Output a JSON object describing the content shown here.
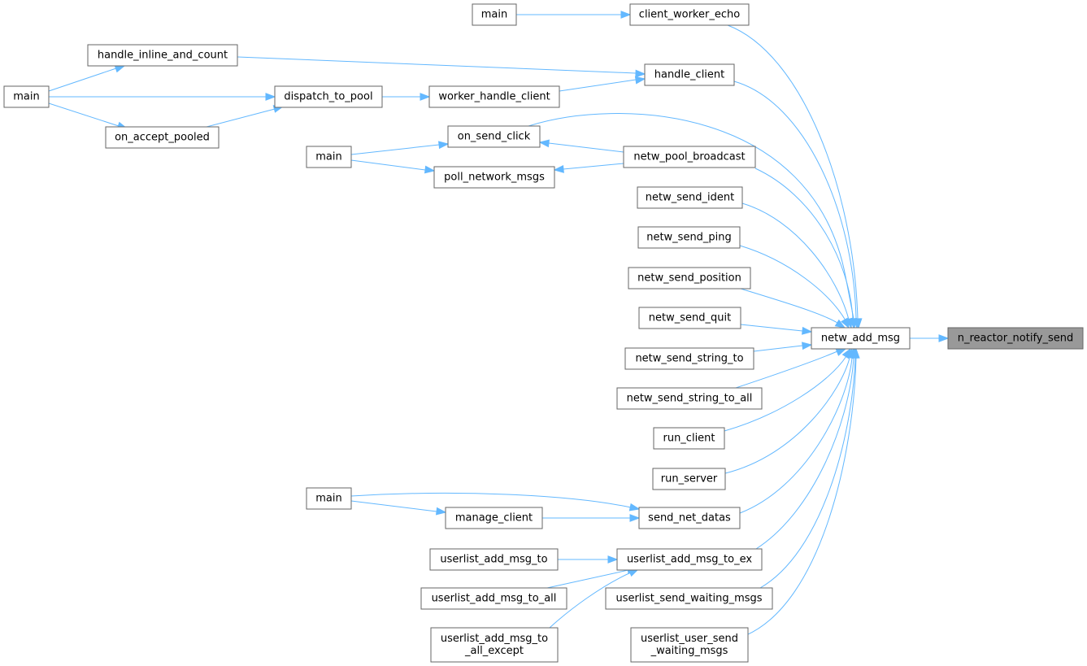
{
  "graph": {
    "type": "doxygen-caller-graph",
    "nodes": [
      {
        "id": "n_reactor_notify_send",
        "label": "n_reactor_notify_send",
        "focus": true
      },
      {
        "id": "netw_add_msg",
        "label": "netw_add_msg"
      },
      {
        "id": "client_worker_echo",
        "label": "client_worker_echo"
      },
      {
        "id": "main1",
        "label": "main"
      },
      {
        "id": "handle_client",
        "label": "handle_client"
      },
      {
        "id": "handle_inline_and_count",
        "label": "handle_inline_and_count"
      },
      {
        "id": "main2",
        "label": "main"
      },
      {
        "id": "worker_handle_client",
        "label": "worker_handle_client"
      },
      {
        "id": "dispatch_to_pool",
        "label": "dispatch_to_pool"
      },
      {
        "id": "on_accept_pooled",
        "label": "on_accept_pooled"
      },
      {
        "id": "on_send_click",
        "label": "on_send_click"
      },
      {
        "id": "main3",
        "label": "main"
      },
      {
        "id": "netw_pool_broadcast",
        "label": "netw_pool_broadcast"
      },
      {
        "id": "poll_network_msgs",
        "label": "poll_network_msgs"
      },
      {
        "id": "netw_send_ident",
        "label": "netw_send_ident"
      },
      {
        "id": "netw_send_ping",
        "label": "netw_send_ping"
      },
      {
        "id": "netw_send_position",
        "label": "netw_send_position"
      },
      {
        "id": "netw_send_quit",
        "label": "netw_send_quit"
      },
      {
        "id": "netw_send_string_to",
        "label": "netw_send_string_to"
      },
      {
        "id": "netw_send_string_to_all",
        "label": "netw_send_string_to_all"
      },
      {
        "id": "run_client",
        "label": "run_client"
      },
      {
        "id": "run_server",
        "label": "run_server"
      },
      {
        "id": "send_net_datas",
        "label": "send_net_datas"
      },
      {
        "id": "main4",
        "label": "main"
      },
      {
        "id": "manage_client",
        "label": "manage_client"
      },
      {
        "id": "userlist_add_msg_to_ex",
        "label": "userlist_add_msg_to_ex"
      },
      {
        "id": "userlist_add_msg_to",
        "label": "userlist_add_msg_to"
      },
      {
        "id": "userlist_add_msg_to_all",
        "label": "userlist_add_msg_to_all"
      },
      {
        "id": "userlist_add_msg_to_all_except",
        "label": "userlist_add_msg_to\n_all_except"
      },
      {
        "id": "userlist_send_waiting_msgs",
        "label": "userlist_send_waiting_msgs"
      },
      {
        "id": "userlist_user_send_waiting_msgs",
        "label": "userlist_user_send\n_waiting_msgs"
      }
    ],
    "edges": [
      {
        "from": "netw_add_msg",
        "to": "n_reactor_notify_send"
      },
      {
        "from": "client_worker_echo",
        "to": "netw_add_msg"
      },
      {
        "from": "main1",
        "to": "client_worker_echo"
      },
      {
        "from": "handle_client",
        "to": "netw_add_msg"
      },
      {
        "from": "handle_inline_and_count",
        "to": "handle_client"
      },
      {
        "from": "main2",
        "to": "handle_inline_and_count"
      },
      {
        "from": "worker_handle_client",
        "to": "handle_client"
      },
      {
        "from": "dispatch_to_pool",
        "to": "worker_handle_client"
      },
      {
        "from": "main2",
        "to": "dispatch_to_pool"
      },
      {
        "from": "on_accept_pooled",
        "to": "dispatch_to_pool"
      },
      {
        "from": "main2",
        "to": "on_accept_pooled"
      },
      {
        "from": "on_send_click",
        "to": "netw_add_msg"
      },
      {
        "from": "main3",
        "to": "on_send_click"
      },
      {
        "from": "netw_pool_broadcast",
        "to": "netw_add_msg"
      },
      {
        "from": "netw_pool_broadcast",
        "to": "on_send_click"
      },
      {
        "from": "netw_pool_broadcast",
        "to": "poll_network_msgs"
      },
      {
        "from": "main3",
        "to": "poll_network_msgs"
      },
      {
        "from": "netw_send_ident",
        "to": "netw_add_msg"
      },
      {
        "from": "netw_send_ping",
        "to": "netw_add_msg"
      },
      {
        "from": "netw_send_position",
        "to": "netw_add_msg"
      },
      {
        "from": "netw_send_quit",
        "to": "netw_add_msg"
      },
      {
        "from": "netw_send_string_to",
        "to": "netw_add_msg"
      },
      {
        "from": "netw_send_string_to_all",
        "to": "netw_add_msg"
      },
      {
        "from": "run_client",
        "to": "netw_add_msg"
      },
      {
        "from": "run_server",
        "to": "netw_add_msg"
      },
      {
        "from": "send_net_datas",
        "to": "netw_add_msg"
      },
      {
        "from": "main4",
        "to": "send_net_datas"
      },
      {
        "from": "manage_client",
        "to": "send_net_datas"
      },
      {
        "from": "main4",
        "to": "manage_client"
      },
      {
        "from": "userlist_add_msg_to_ex",
        "to": "netw_add_msg"
      },
      {
        "from": "userlist_add_msg_to",
        "to": "userlist_add_msg_to_ex"
      },
      {
        "from": "userlist_add_msg_to_all",
        "to": "userlist_add_msg_to_ex"
      },
      {
        "from": "userlist_add_msg_to_all_except",
        "to": "userlist_add_msg_to_ex"
      },
      {
        "from": "userlist_send_waiting_msgs",
        "to": "netw_add_msg"
      },
      {
        "from": "userlist_user_send_waiting_msgs",
        "to": "netw_add_msg"
      }
    ]
  },
  "colors": {
    "edge": "#63b8ff",
    "node_border": "#666666",
    "focus_fill": "#999999",
    "node_fill": "#ffffff"
  }
}
